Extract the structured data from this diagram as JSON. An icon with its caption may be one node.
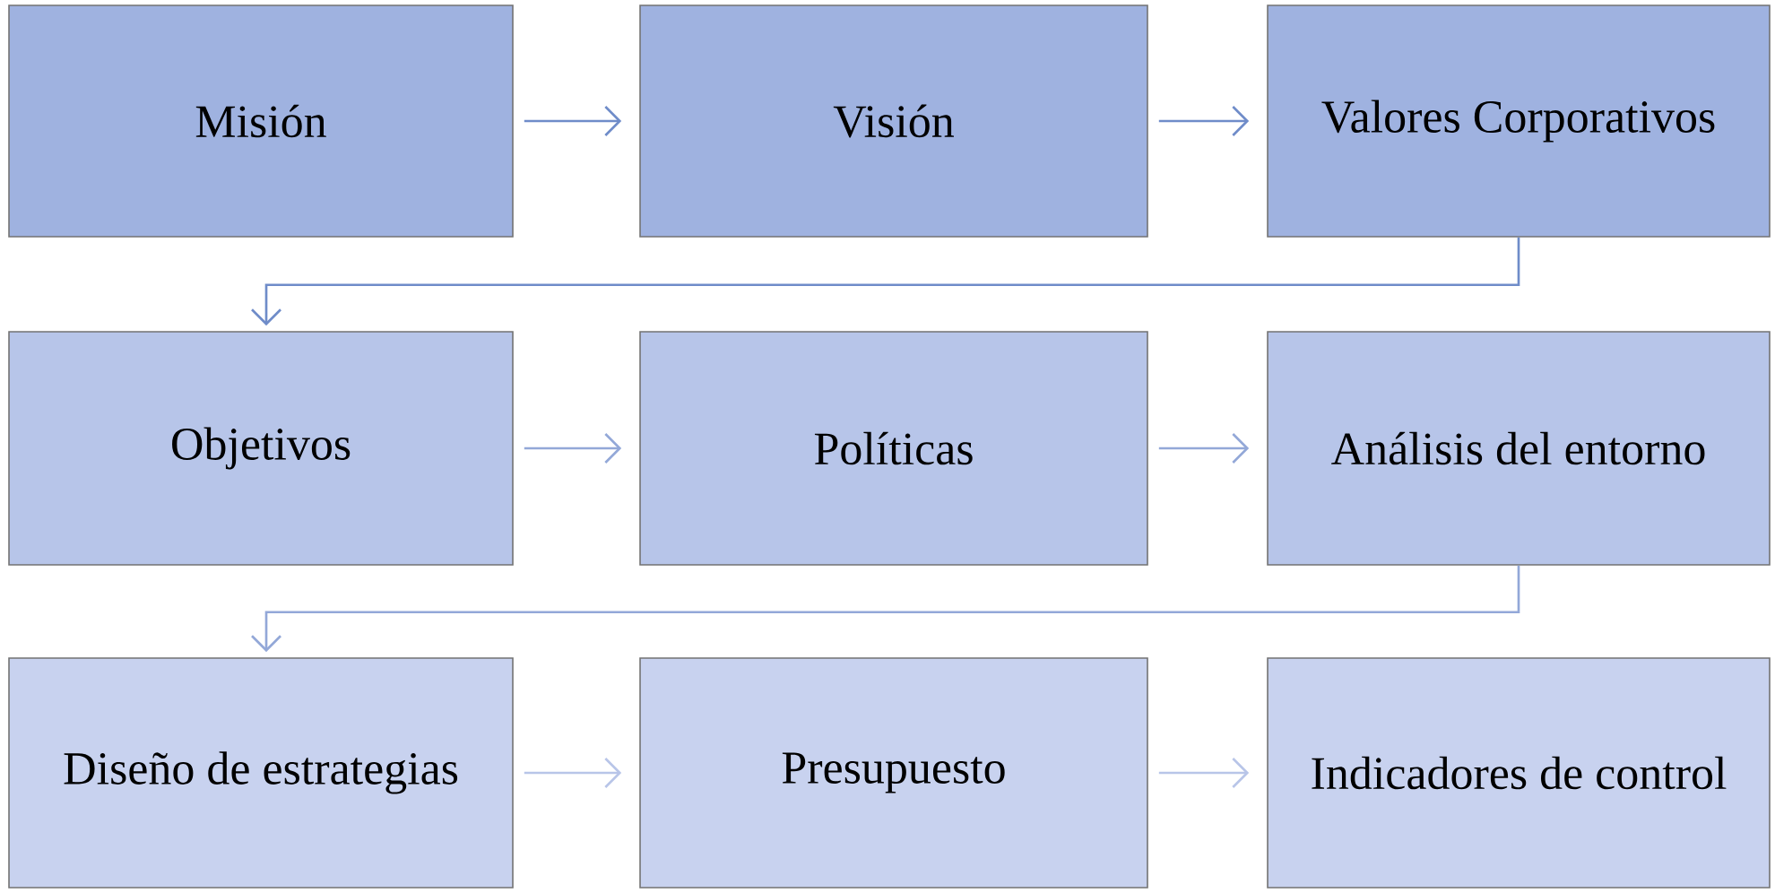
{
  "diagram": {
    "nodes": [
      {
        "text": [
          "Misión"
        ]
      },
      {
        "text": [
          "Visión"
        ]
      },
      {
        "text": [
          "Valores Corporativos"
        ]
      },
      {
        "text": [
          "Objetivos"
        ]
      },
      {
        "text": [
          "Políticas"
        ]
      },
      {
        "text": [
          "Análisis del entorno"
        ]
      },
      {
        "text": [
          "Diseño de estrategias"
        ]
      },
      {
        "text": [
          "Presupuesto"
        ]
      },
      {
        "text": [
          "Indicadores de control"
        ]
      }
    ],
    "edges": [
      {
        "from": 0,
        "to": 1,
        "arrow": "to",
        "color": "#6f8cc9"
      },
      {
        "from": 1,
        "to": 2,
        "arrow": "to",
        "color": "#6f8cc9"
      },
      {
        "from": 2,
        "to": 3,
        "arrow": "to",
        "color": "#6f8cc9"
      },
      {
        "from": 3,
        "to": 4,
        "arrow": "to",
        "color": "#93a8d8"
      },
      {
        "from": 4,
        "to": 5,
        "arrow": "to",
        "color": "#93a8d8"
      },
      {
        "from": 5,
        "to": 6,
        "arrow": "to",
        "color": "#93a8d8"
      },
      {
        "from": 6,
        "to": 7,
        "arrow": "to",
        "color": "#b8c5e8"
      },
      {
        "from": 7,
        "to": 8,
        "arrow": "to",
        "color": "#b8c5e8"
      }
    ]
  }
}
